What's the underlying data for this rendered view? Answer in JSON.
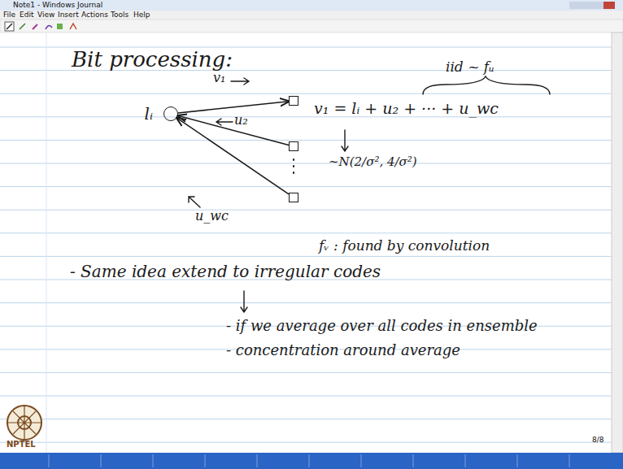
{
  "diagram": {
    "nodes": [
      {
        "text": [
          "lᵢ"
        ]
      },
      {
        "text": []
      },
      {
        "text": []
      },
      {
        "text": []
      }
    ],
    "edges": [
      {
        "from": 0,
        "to": 1,
        "arrow": "to",
        "label": "v₁"
      },
      {
        "from": 2,
        "to": 0,
        "arrow": "to",
        "label": "u₂"
      },
      {
        "from": 3,
        "to": 0,
        "arrow": "to",
        "label": "u_wc"
      }
    ],
    "labels": [
      "Note1 - Windows Journal",
      "File",
      "Edit",
      "View",
      "Insert",
      "Actions",
      "Tools",
      "Help",
      "Bit processing:",
      "v₁ = lᵢ + u₂ + ··· + u_wc",
      "iid ~ fᵤ",
      "~N(2/σ², 4/σ²)",
      "fᵥ : found by convolution",
      "- Same idea extend to irregular codes",
      "- if we average over all codes in ensemble",
      "- concentration around average",
      "NPTEL",
      "8/8"
    ]
  }
}
